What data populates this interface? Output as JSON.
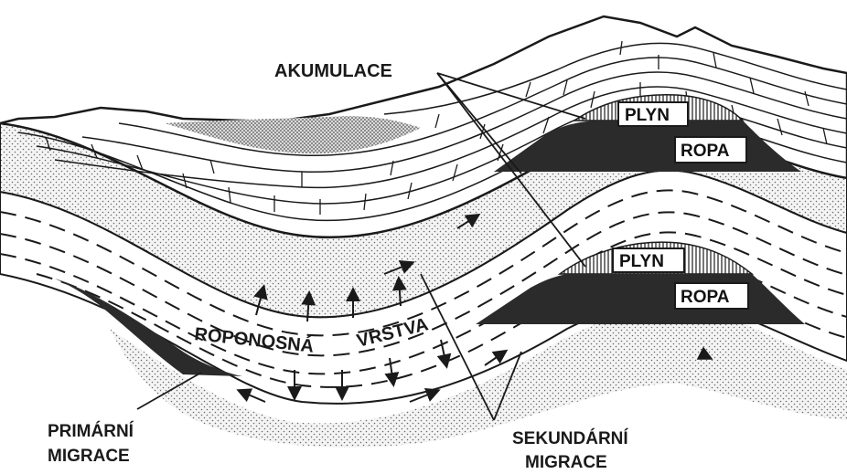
{
  "labels": {
    "akumulace": "AKUMULACE",
    "plyn_upper": "PLYN",
    "ropa_upper": "ROPA",
    "plyn_lower": "PLYN",
    "ropa_lower": "ROPA",
    "roponosna": "ROPONOSNÁ",
    "vrstva": "VRSTVA",
    "primarni_line1": "PRIMÁRNÍ",
    "primarni_line2": "MIGRACE",
    "sekundarni_line1": "SEKUNDÁRNÍ",
    "sekundarni_line2": "MIGRACE"
  },
  "colors": {
    "ink": "#1a1a1a",
    "oil": "#2b2b2b",
    "sand": "#f2f2f2",
    "paper": "#ffffff"
  }
}
